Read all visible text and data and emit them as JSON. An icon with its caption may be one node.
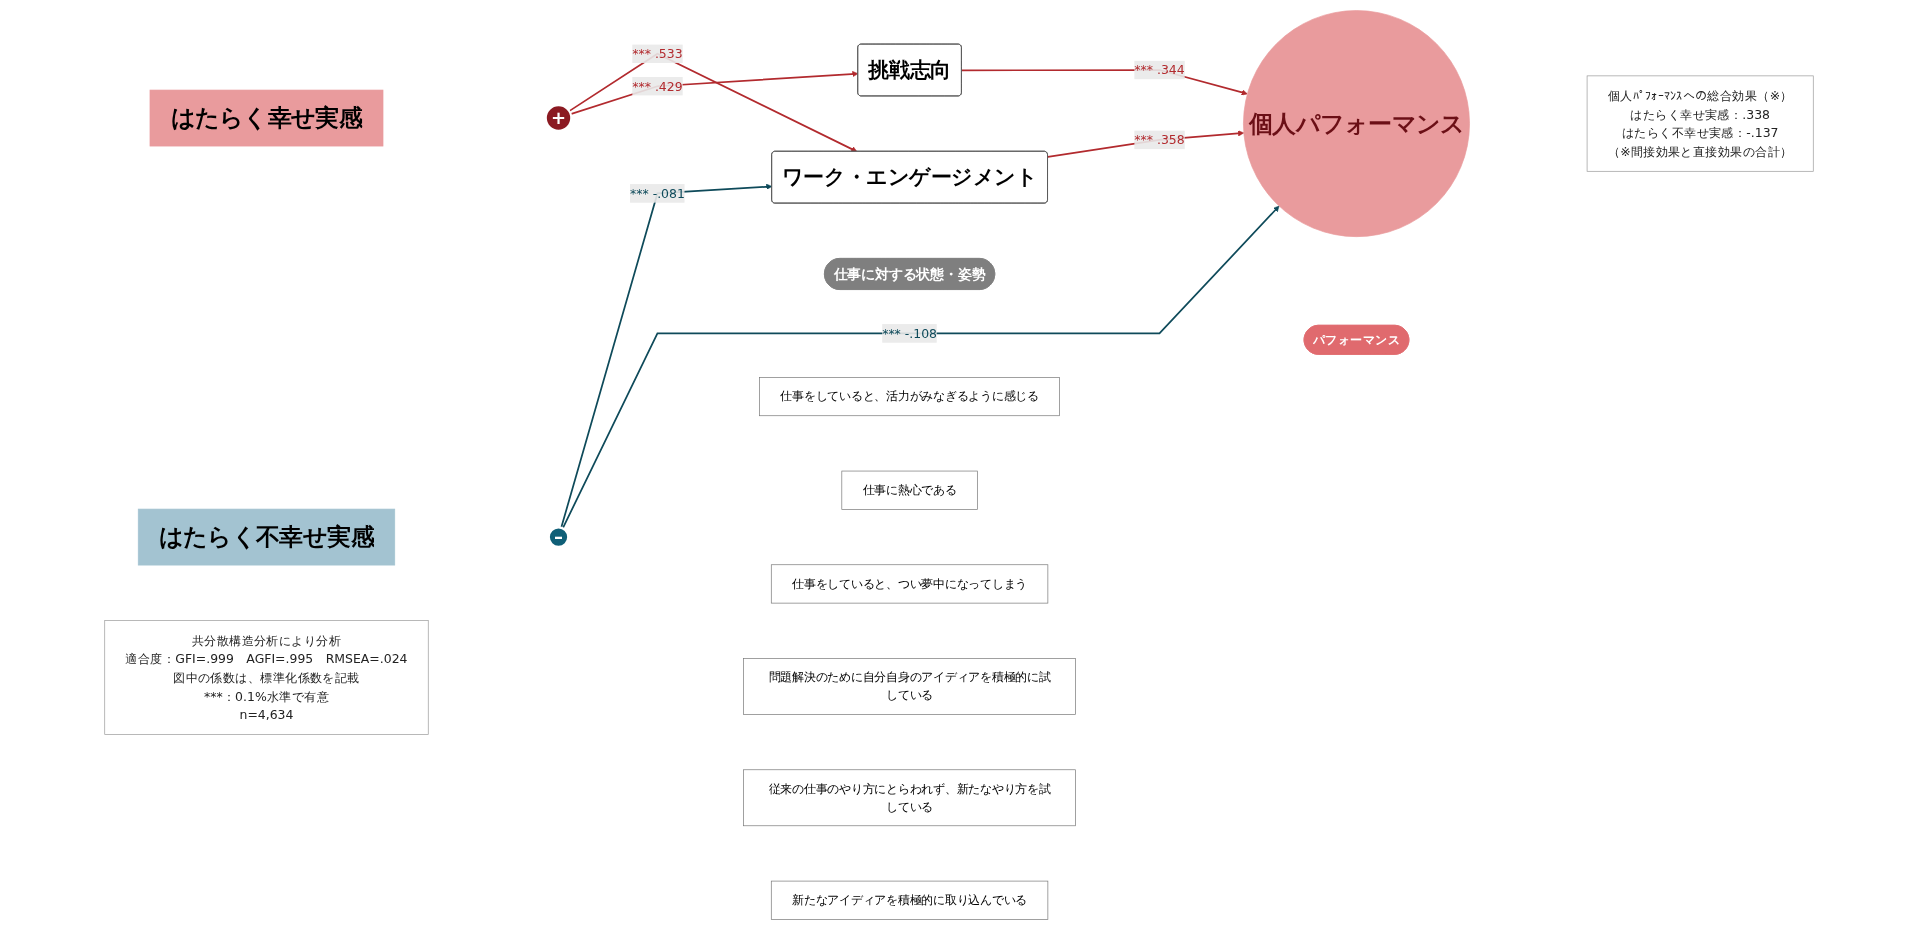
{
  "diagram": {
    "nodes": [
      {
        "text": [
          "仕事に対する状態・姿勢"
        ]
      },
      {
        "text": [
          "パフォーマンス"
        ]
      },
      {
        "text": [
          "はたらく幸せ実感"
        ]
      },
      {
        "text": [
          "+"
        ]
      },
      {
        "text": [
          "はたらく不幸せ実感"
        ]
      },
      {
        "text": [
          "–"
        ]
      },
      {
        "text": [
          "ワーク・エンゲージメント"
        ]
      },
      {
        "text": [
          "仕事をしていると、活力がみなぎるように感じる"
        ]
      },
      {
        "text": [
          "仕事に熱心である"
        ]
      },
      {
        "text": [
          "仕事をしていると、つい夢中になってしまう"
        ]
      },
      {
        "text": [
          "挑戦志向"
        ]
      },
      {
        "text": [
          "問題解決のために自分自身のアイディアを積極的に試している"
        ]
      },
      {
        "text": [
          "従来の仕事のやり方にとらわれず、新たなやり方を試している"
        ]
      },
      {
        "text": [
          "新たなアイディアを積極的に取り込んでいる"
        ]
      },
      {
        "text": [
          "個人パフォーマンス"
        ]
      },
      {
        "text": [
          "個人ﾊﾟﾌｫｰﾏﾝｽへの総合効果（※）",
          "はたらく幸せ実感：.338",
          "はたらく不幸せ実感：-.137",
          "（※間接効果と直接効果の合計）"
        ]
      },
      {
        "text": [
          "共分散構造分析により分析",
          "適合度：GFI=.999　AGFI=.995　RMSEA=.024",
          "図中の係数は、標準化係数を記載",
          "***：0.1%水準で有意",
          "n=4,634"
        ]
      }
    ],
    "edges": [
      {
        "from": 3,
        "to": 6,
        "arrow": "to",
        "label": "*** .533"
      },
      {
        "from": 3,
        "to": 10,
        "arrow": "to",
        "label": "*** .429"
      },
      {
        "from": 5,
        "to": 6,
        "arrow": "to",
        "label": "*** -.081",
        "color": "#0e4a5a"
      },
      {
        "from": 5,
        "to": 14,
        "arrow": "to",
        "label": "*** -.108",
        "color": "#0e4a5a"
      },
      {
        "from": 6,
        "to": 14,
        "arrow": "to",
        "label": "*** .358"
      },
      {
        "from": 10,
        "to": 14,
        "arrow": "to",
        "label": "*** .344"
      }
    ]
  }
}
